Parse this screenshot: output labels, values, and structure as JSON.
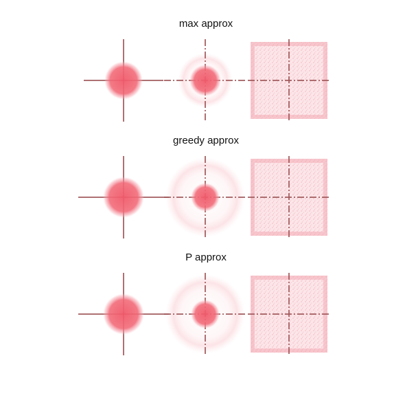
{
  "panels": [
    {
      "title": "max approx"
    },
    {
      "title": "greedy approx"
    },
    {
      "title": "P approx"
    }
  ],
  "colors": {
    "axis_line": "#a0585a",
    "blob": "#f06a78",
    "blob_light": "#f9c5cb",
    "background": "#ffffff"
  }
}
